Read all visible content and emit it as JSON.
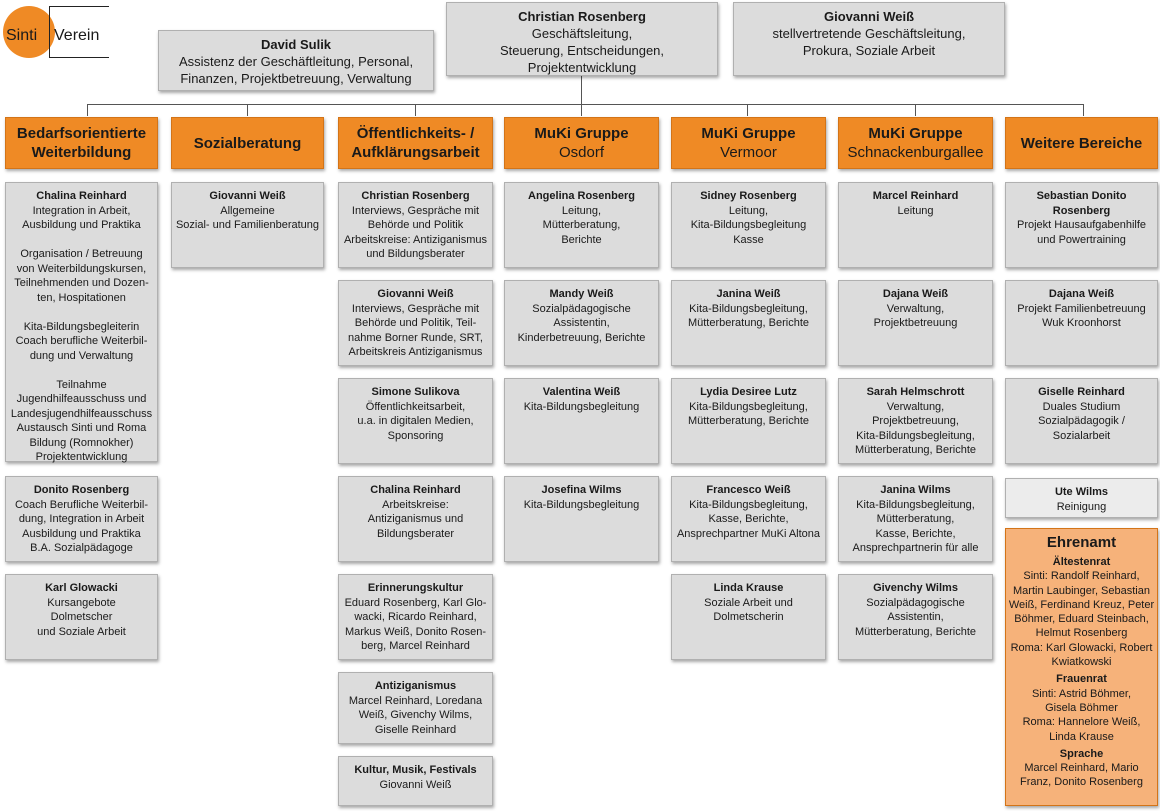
{
  "logo": {
    "left": "Sinti",
    "right": "Verein"
  },
  "leadership": [
    {
      "name": "Christian Rosenberg",
      "desc": "Geschäftsleitung,\nSteuerung, Entscheidungen,\nProjektentwicklung"
    },
    {
      "name": "Giovanni Weiß",
      "desc": "stellvertretende Geschäftsleitung,\nProkura, Soziale Arbeit"
    },
    {
      "name": "David Sulik",
      "desc": "Assistenz der Geschäftleitung, Personal,\nFinanzen, Projektbetreuung, Verwaltung"
    }
  ],
  "departments": [
    {
      "title": "Bedarfsorientierte\nWeiterbildung",
      "sub": "",
      "members": [
        {
          "name": "Chalina Reinhard",
          "desc": "Integration in Arbeit,\nAusbildung und Praktika\n\nOrganisation / Betreuung\nvon Weiterbildungskursen,\nTeilnehmenden und Dozen-\nten, Hospitationen\n\nKita-Bildungsbegleiterin\nCoach berufliche Weiterbil-\ndung und Verwaltung\n\nTeilnahme\nJugendhilfeausschuss und\nLandesjugendhilfeausschuss\nAustausch Sinti und Roma\nBildung (Romnokher)\nProjektentwicklung"
        },
        {
          "name": "Donito Rosenberg",
          "desc": "Coach Berufliche Weiterbil-\ndung, Integration in Arbeit\nAusbildung und Praktika\nB.A. Sozialpädagoge"
        },
        {
          "name": "Karl Glowacki",
          "desc": "Kursangebote\nDolmetscher\nund Soziale Arbeit"
        }
      ]
    },
    {
      "title": "Sozialberatung",
      "sub": "",
      "members": [
        {
          "name": "Giovanni Weiß",
          "desc": "Allgemeine\nSozial- und Familienberatung"
        }
      ]
    },
    {
      "title": "Öffentlichkeits- /\nAufklärungsarbeit",
      "sub": "",
      "members": [
        {
          "name": "Christian Rosenberg",
          "desc": "Interviews, Gespräche mit\nBehörde und Politik\nArbeitskreise: Antiziganismus\nund Bildungsberater"
        },
        {
          "name": "Giovanni Weiß",
          "desc": "Interviews, Gespräche mit\nBehörde und Politik, Teil-\nnahme Borner Runde, SRT,\nArbeitskreis Antiziganismus"
        },
        {
          "name": "Simone Sulikova",
          "desc": "Öffentlichkeitsarbeit,\nu.a. in digitalen Medien,\nSponsoring"
        },
        {
          "name": "Chalina Reinhard",
          "desc": "Arbeitskreise:\nAntiziganismus und\nBildungsberater"
        },
        {
          "name": "Erinnerungskultur",
          "desc": "Eduard Rosenberg, Karl Glo-\nwacki, Ricardo Reinhard,\nMarkus Weiß, Donito Rosen-\nberg, Marcel Reinhard"
        },
        {
          "name": "Antiziganismus",
          "desc": "Marcel Reinhard, Loredana\nWeiß, Givenchy Wilms,\nGiselle Reinhard"
        },
        {
          "name": "Kultur, Musik, Festivals",
          "desc": "Giovanni Weiß"
        }
      ]
    },
    {
      "title": "MuKi Gruppe",
      "sub": "Osdorf",
      "members": [
        {
          "name": "Angelina Rosenberg",
          "desc": "Leitung,\nMütterberatung,\nBerichte"
        },
        {
          "name": "Mandy Weiß",
          "desc": "Sozialpädagogische\nAssistentin,\nKinderbetreuung, Berichte"
        },
        {
          "name": "Valentina Weiß",
          "desc": "Kita-Bildungsbegleitung"
        },
        {
          "name": "Josefina Wilms",
          "desc": "Kita-Bildungsbegleitung"
        }
      ]
    },
    {
      "title": "MuKi Gruppe",
      "sub": "Vermoor",
      "members": [
        {
          "name": "Sidney Rosenberg",
          "desc": "Leitung,\nKita-Bildungsbegleitung\nKasse"
        },
        {
          "name": "Janina Weiß",
          "desc": "Kita-Bildungsbegleitung,\nMütterberatung, Berichte"
        },
        {
          "name": "Lydia Desiree Lutz",
          "desc": "Kita-Bildungsbegleitung,\nMütterberatung, Berichte"
        },
        {
          "name": "Francesco Weiß",
          "desc": "Kita-Bildungsbegleitung,\nKasse, Berichte,\nAnsprechpartner MuKi Altona"
        },
        {
          "name": "Linda Krause",
          "desc": "Soziale Arbeit und\nDolmetscherin"
        }
      ]
    },
    {
      "title": "MuKi Gruppe",
      "sub": "Schnackenburgallee",
      "members": [
        {
          "name": "Marcel Reinhard",
          "desc": "Leitung"
        },
        {
          "name": "Dajana Weiß",
          "desc": "Verwaltung,\nProjektbetreuung"
        },
        {
          "name": "Sarah Helmschrott",
          "desc": "Verwaltung,\nProjektbetreuung,\nKita-Bildungsbegleitung,\nMütterberatung, Berichte"
        },
        {
          "name": "Janina Wilms",
          "desc": "Kita-Bildungsbegleitung,\nMütterberatung,\nKasse, Berichte,\nAnsprechpartnerin für alle"
        },
        {
          "name": "Givenchy Wilms",
          "desc": "Sozialpädagogische\nAssistentin,\nMütterberatung, Berichte"
        }
      ]
    },
    {
      "title": "Weitere Bereiche",
      "sub": "",
      "members": [
        {
          "name": "Sebastian Donito Rosenberg",
          "desc": "Projekt Hausaufgabenhilfe\nund Powertraining"
        },
        {
          "name": "Dajana Weiß",
          "desc": "Projekt Familienbetreuung\nWuk Kroonhorst"
        },
        {
          "name": "Giselle Reinhard",
          "desc": "Duales Studium\nSozialpädagogik /\nSozialarbeit"
        },
        {
          "name": "Ute Wilms",
          "desc": "Reinigung"
        }
      ]
    }
  ],
  "ehrenamt": {
    "title": "Ehrenamt",
    "sections": [
      {
        "title": "Ältestenrat",
        "text": "Sinti: Randolf Reinhard,\nMartin Laubinger, Sebastian\nWeiß, Ferdinand Kreuz, Peter\nBöhmer, Eduard Steinbach,\nHelmut Rosenberg\nRoma: Karl Glowacki, Robert\nKwiatkowski"
      },
      {
        "title": "Frauenrat",
        "text": "Sinti: Astrid Böhmer,\nGisela Böhmer\nRoma: Hannelore Weiß,\nLinda Krause"
      },
      {
        "title": "Sprache",
        "text": "Marcel Reinhard, Mario\nFranz, Donito Rosenberg"
      }
    ]
  }
}
